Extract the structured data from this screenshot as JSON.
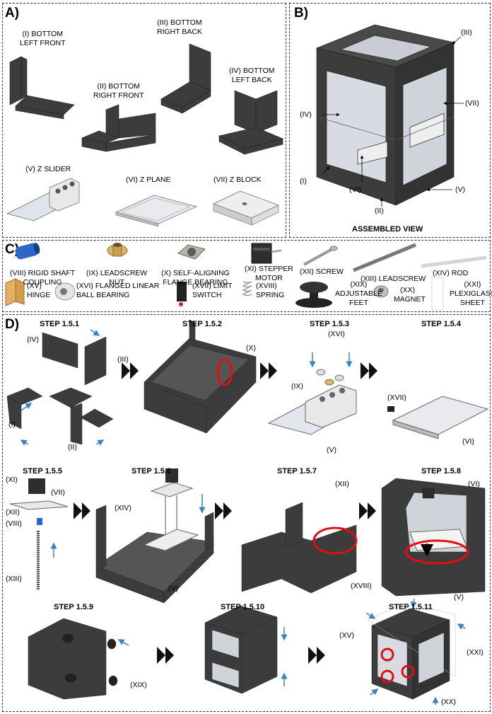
{
  "panels": {
    "a": "A)",
    "b": "B)",
    "c": "C)",
    "d": "D)"
  },
  "panel_a": {
    "p1": [
      "(I) BOTTOM",
      "LEFT FRONT"
    ],
    "p2": [
      "(II) BOTTOM",
      "RIGHT FRONT"
    ],
    "p3": [
      "(III) BOTTOM",
      "RIGHT BACK"
    ],
    "p4": [
      "(IV) BOTTOM",
      "LEFT BACK"
    ],
    "p5": "(V) Z SLIDER",
    "p6": "(VI) Z PLANE",
    "p7": "(VII) Z BLOCK"
  },
  "panel_b": {
    "labels": [
      "(III)",
      "(IV)",
      "(VII)",
      "(I)",
      "(VI)",
      "(V)",
      "(II)"
    ],
    "caption": "ASSEMBLED VIEW"
  },
  "panel_c": {
    "viii": [
      "(VIII) RIGID SHAFT",
      "COUPLING"
    ],
    "ix": [
      "(IX) LEADSCREW",
      "NUT"
    ],
    "x": [
      "(X) SELF-ALIGNING",
      "FLANGE BEARING"
    ],
    "xi": [
      "(XI) STEPPER",
      "MOTOR"
    ],
    "xii": "(XII) SCREW",
    "xiii": "(XIII) LEADSCREW",
    "xiv": "(XIV) ROD",
    "xv": [
      "(XV)",
      "HINGE"
    ],
    "xvi": [
      "(XVI) FLANGED LINEAR",
      "BALL BEARING"
    ],
    "xvii": [
      "(XVII) LIMIT",
      "SWITCH"
    ],
    "xviii": [
      "(XVIII)",
      "SPRING"
    ],
    "xix": [
      "(XIX)",
      "ADJUSTABLE",
      "FEET"
    ],
    "xx": "(XX)",
    "xx_name": "MAGNET",
    "xxi": [
      "(XXI)",
      "PLEXIGLASS",
      "SHEET"
    ]
  },
  "panel_d": {
    "steps": [
      "STEP 1.5.1",
      "STEP 1.5.2",
      "STEP 1.5.3",
      "STEP 1.5.4",
      "STEP 1.5.5",
      "STEP 1.5.6",
      "STEP 1.5.7",
      "STEP 1.5.8",
      "STEP 1.5.9",
      "STEP 1.5.10",
      "STEP 1.5.11"
    ],
    "s1": [
      "(IV)",
      "(III)",
      "(I)",
      "(II)"
    ],
    "s2": [
      "(X)"
    ],
    "s3": [
      "(XVI)",
      "(IX)",
      "(V)"
    ],
    "s4": [
      "(XVII)",
      "(VI)"
    ],
    "s5": [
      "(XI)",
      "(VII)",
      "(XII)",
      "(VIII)",
      "(XIII)"
    ],
    "s6": [
      "(XIV)",
      "(V)"
    ],
    "s7": [
      "(XII)"
    ],
    "s8": [
      "(VI)",
      "(XVIII)",
      "(V)"
    ],
    "s9": [
      "(XIX)"
    ],
    "s11": [
      "(XV)",
      "(XXI)",
      "(XX)"
    ]
  },
  "colors": {
    "part": "#3c3c3c",
    "part_light": "#5a5a5a",
    "accent_blue": "#3b82c4",
    "highlight_red": "#e01010",
    "sheet": "#dfe3ea"
  }
}
